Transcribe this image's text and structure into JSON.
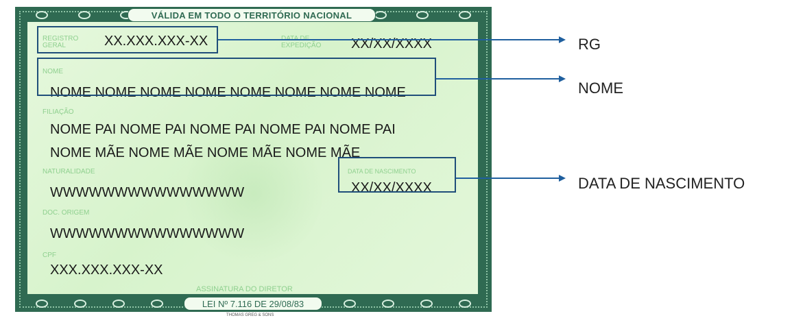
{
  "card": {
    "header": "VÁLIDA EM TODO O TERRITÓRIO NACIONAL",
    "footer": "LEI Nº 7.116 DE 29/08/83",
    "printer": "THOMAS GREG & SONS",
    "fields": {
      "registro": {
        "label_line1": "REGISTRO",
        "label_line2": "GERAL",
        "value": "XX.XXX.XXX-XX"
      },
      "expedicao": {
        "label_line1": "DATA DE",
        "label_line2": "EXPEDIÇÃO",
        "value": "XX/XX/XXXX"
      },
      "nome": {
        "label": "NOME",
        "value": "NOME NOME NOME NOME NOME NOME NOME NOME"
      },
      "filiacao": {
        "label": "FILIAÇÃO",
        "pai": "NOME PAI NOME PAI NOME PAI NOME PAI NOME PAI",
        "mae": "NOME MÃE NOME MÃE NOME MÃE NOME MÃE"
      },
      "naturalidade": {
        "label": "NATURALIDADE",
        "value": "WWWWWWWWWWWWWWW"
      },
      "nascimento": {
        "label": "DATA DE NASCIMENTO",
        "value": "XX/XX/XXXX"
      },
      "doc_origem": {
        "label": "DOC. ORIGEM",
        "value": "WWWWWWWWWWWWWWW"
      },
      "cpf": {
        "label": "CPF",
        "value": "XXX.XXX.XXX-XX"
      },
      "assinatura": {
        "label": "ASSINATURA DO DIRETOR"
      }
    }
  },
  "annotations": {
    "rg": "RG",
    "nome": "NOME",
    "nascimento": "DATA DE NASCIMENTO",
    "color": "#1f5f9e"
  }
}
